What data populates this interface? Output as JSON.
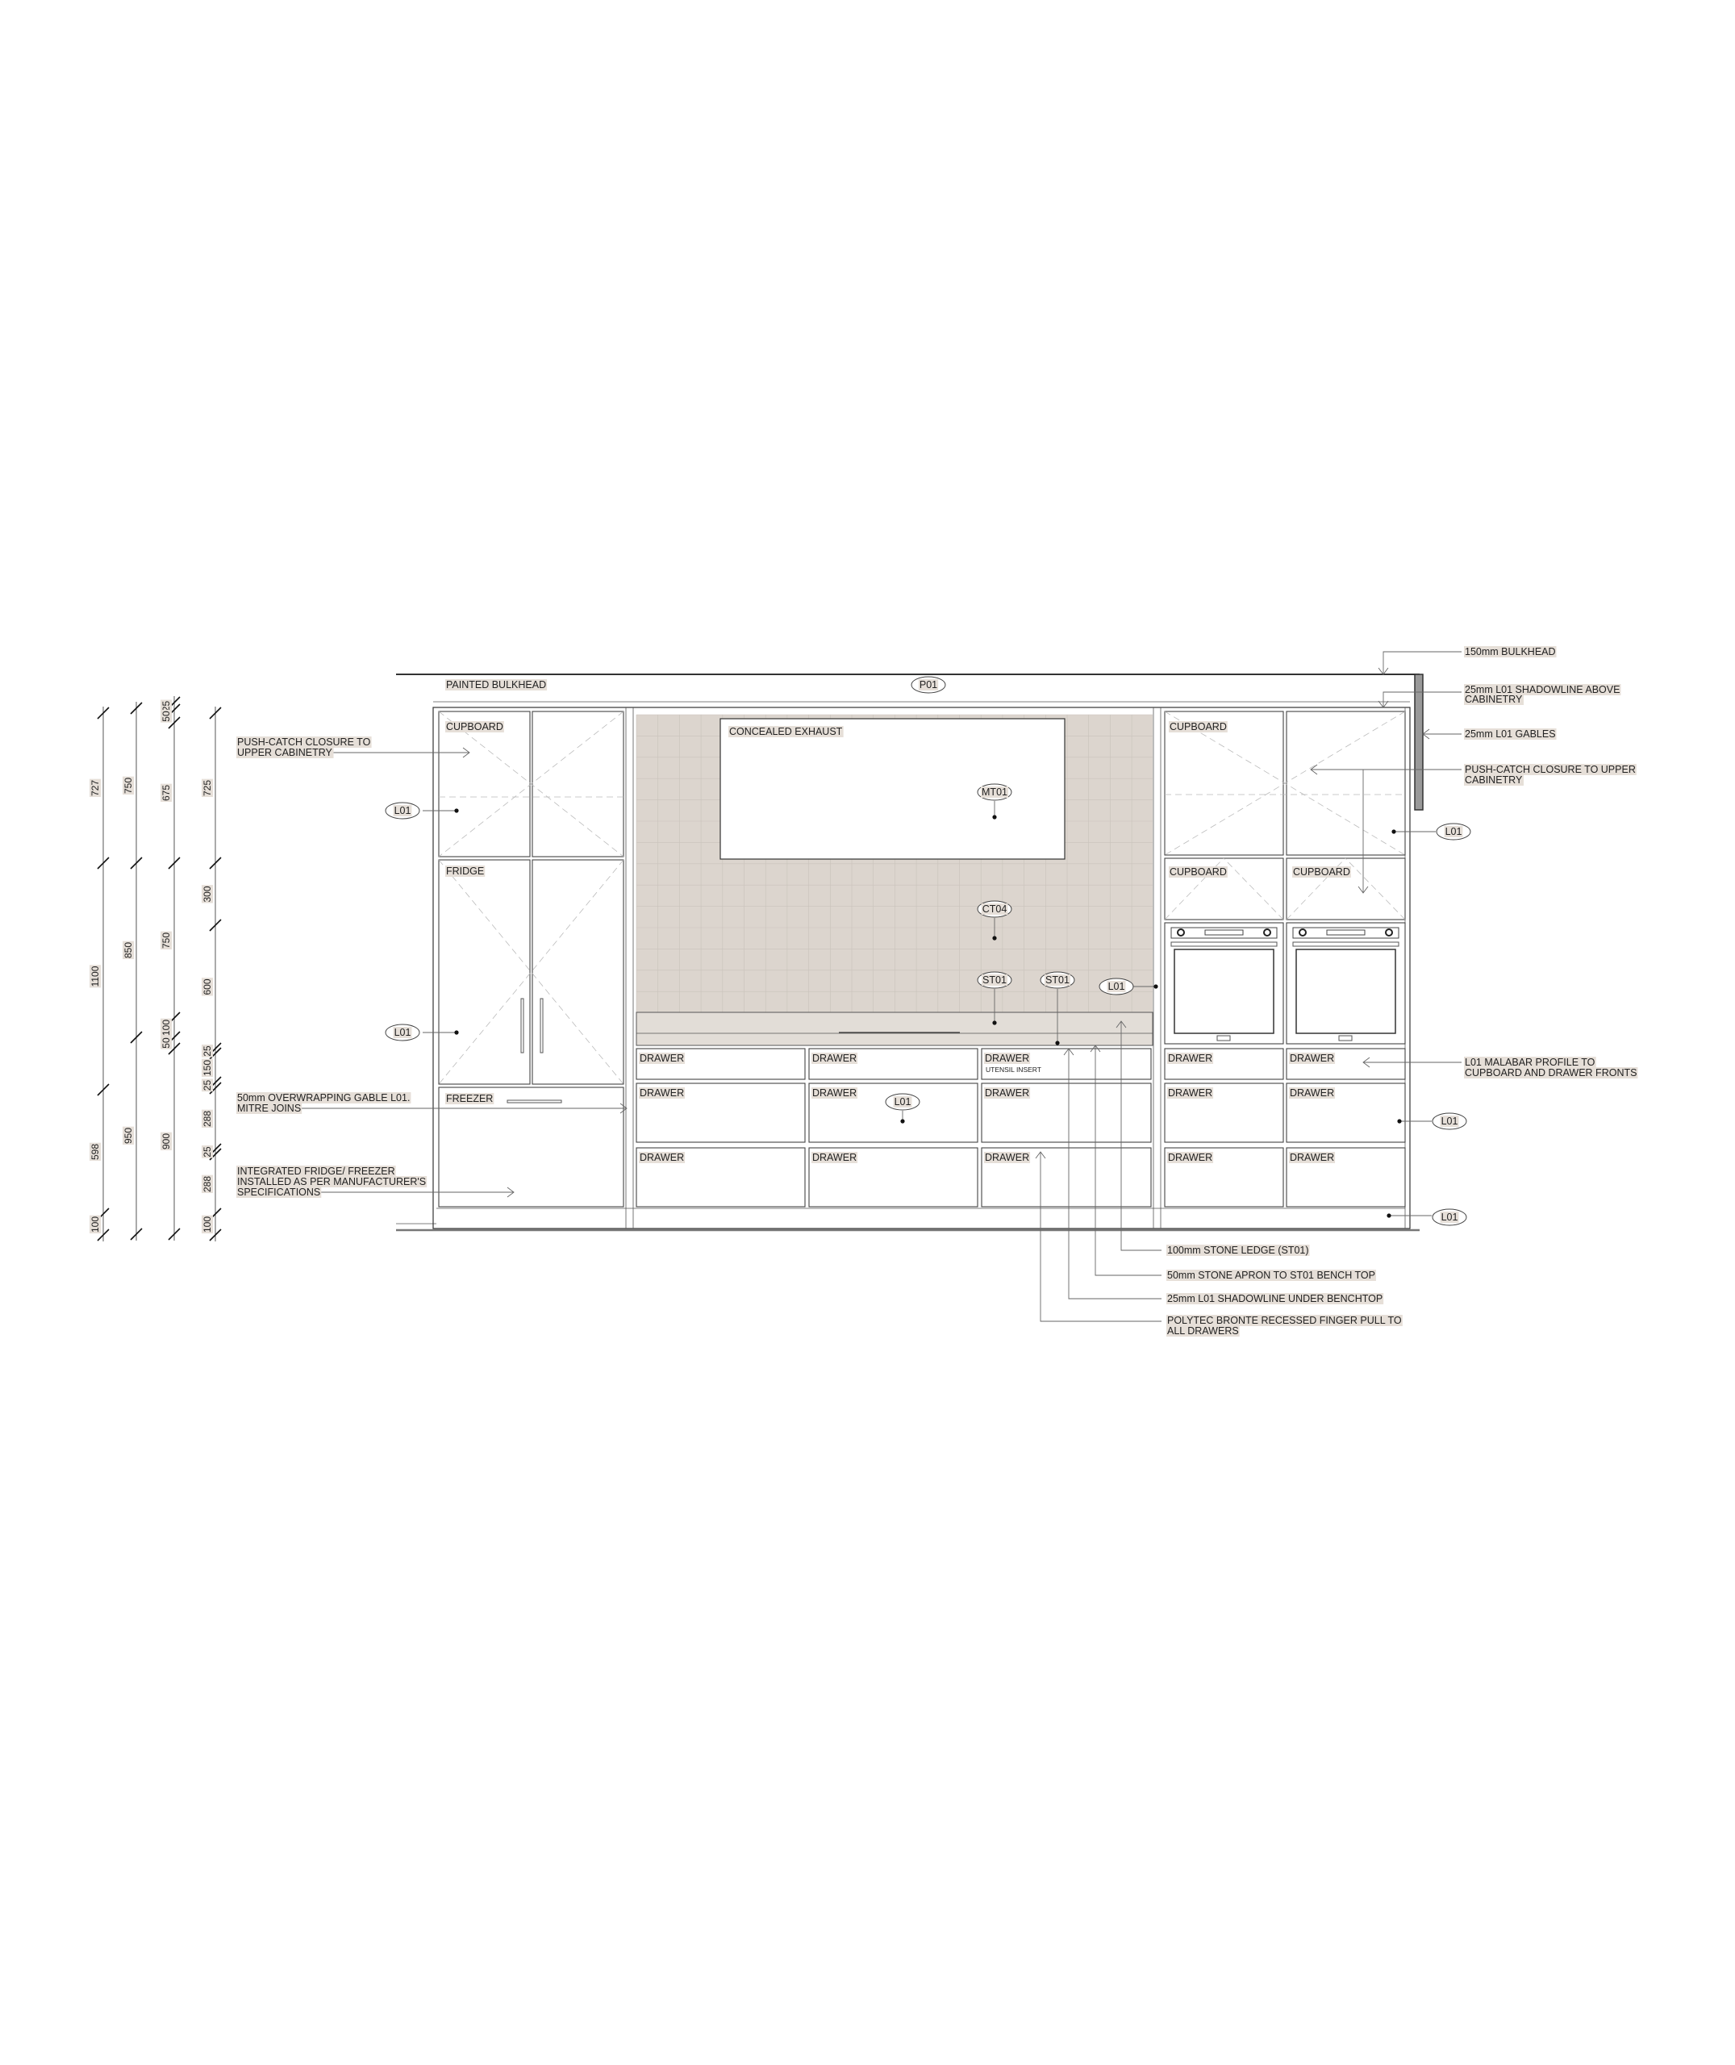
{
  "colors": {
    "tile": "#dcd5ce",
    "stone": "#e2ddd7",
    "highlight": "#e6dfd8",
    "gable": "#999999"
  },
  "labels": {
    "painted_bulkhead": "PAINTED BULKHEAD",
    "cupboard": "CUPBOARD",
    "fridge": "FRIDGE",
    "freezer": "FREEZER",
    "concealed_exhaust": "CONCEALED EXHAUST",
    "drawer": "DRAWER",
    "utensil_insert": "UTENSIL INSERT"
  },
  "tags": {
    "p01": "P01",
    "l01": "L01",
    "mt01": "MT01",
    "ct04": "CT04",
    "st01": "ST01"
  },
  "notes_left": {
    "push_catch": [
      "PUSH-CATCH CLOSURE TO",
      "UPPER CABINETRY"
    ],
    "overwrapping": [
      "50mm OVERWRAPPING GABLE L01.",
      "MITRE JOINS"
    ],
    "integrated": [
      "INTEGRATED FRIDGE/ FREEZER",
      "INSTALLED AS PER MANUFACTURER'S",
      "SPECIFICATIONS"
    ]
  },
  "notes_right": {
    "bulkhead": "150mm BULKHEAD",
    "shadowline_above": [
      "25mm L01 SHADOWLINE ABOVE",
      "CABINETRY"
    ],
    "gables": "25mm L01 GABLES",
    "push_catch": [
      "PUSH-CATCH CLOSURE TO UPPER",
      "CABINETRY"
    ],
    "malabar": [
      "L01 MALABAR PROFILE TO",
      "CUPBOARD AND DRAWER FRONTS"
    ]
  },
  "notes_bottom": {
    "stone_ledge": "100mm STONE LEDGE (ST01)",
    "stone_apron": "50mm STONE APRON TO ST01 BENCH TOP",
    "shadowline_under": "25mm L01 SHADOWLINE UNDER BENCHTOP",
    "finger_pull": [
      "POLYTEC BRONTE RECESSED FINGER PULL TO",
      "ALL DRAWERS"
    ]
  },
  "dimensions": {
    "col1": [
      "727",
      "1100",
      "598",
      "100"
    ],
    "col2": [
      "750",
      "850",
      "950"
    ],
    "col3": [
      "25",
      "50",
      "675",
      "750",
      "100",
      "50",
      "900"
    ],
    "col4": [
      "725",
      "300",
      "600",
      "25",
      "150",
      "25",
      "288",
      "25",
      "288",
      "100"
    ]
  }
}
